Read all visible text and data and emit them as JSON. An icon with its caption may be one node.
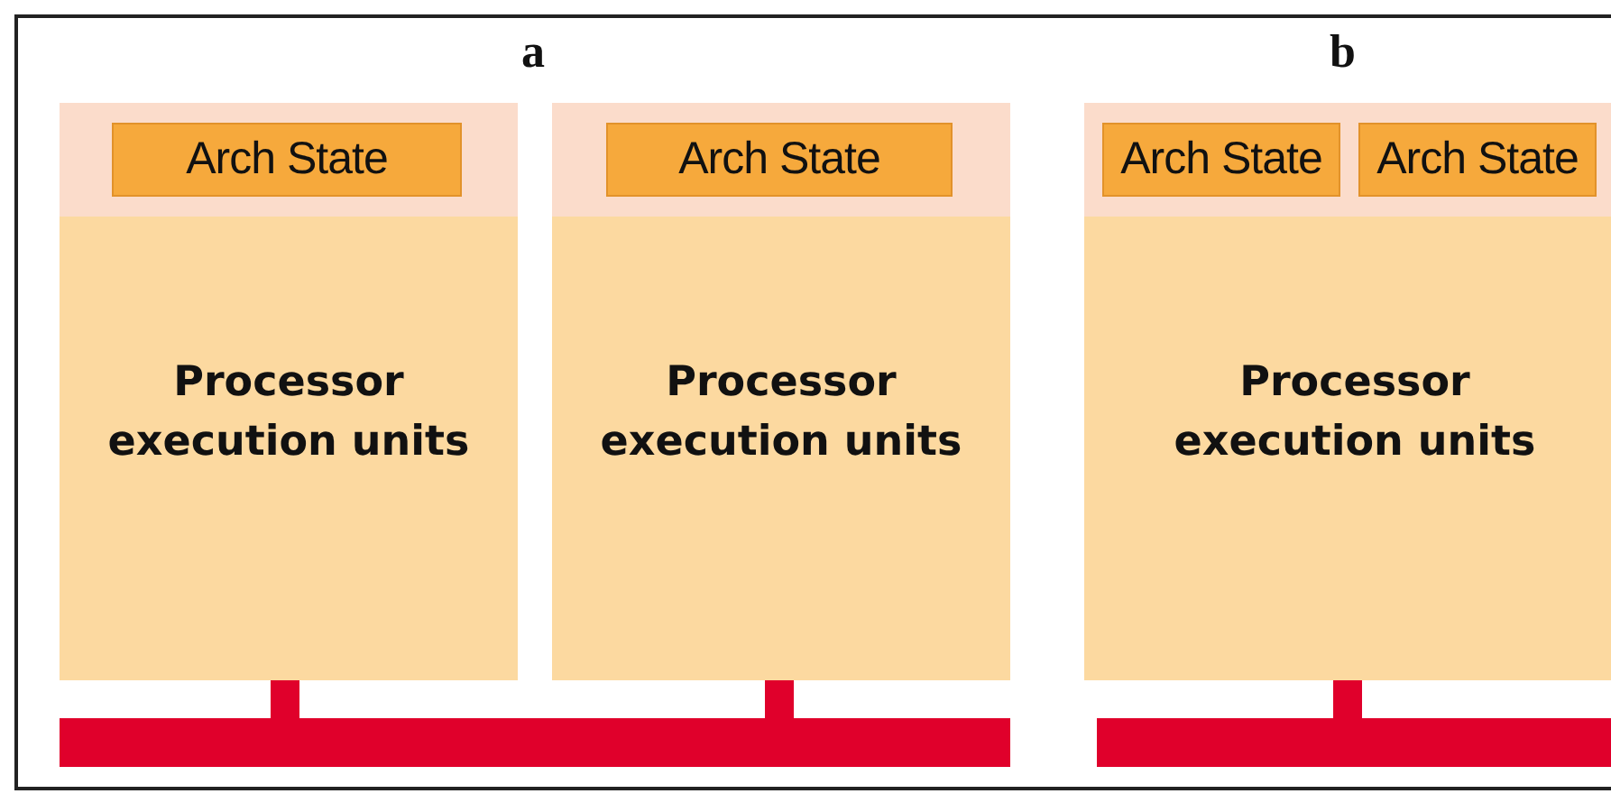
{
  "diagram": {
    "nodes": [
      {
        "text": [
          "Processor execution units"
        ]
      },
      {
        "text": [
          "Arch State"
        ],
        "in": 0
      },
      {
        "text": [
          "Processor execution units"
        ]
      },
      {
        "text": [
          "Arch State"
        ],
        "in": 2
      },
      {
        "text": [
          "Processor execution units"
        ]
      },
      {
        "text": [
          "Arch State"
        ],
        "in": 4
      },
      {
        "text": [
          "Arch State"
        ],
        "in": 4
      },
      {
        "text": [],
        "shape": "bar"
      },
      {
        "text": [],
        "shape": "bar"
      }
    ],
    "edges": [
      {
        "from": 0,
        "to": 7,
        "arrow": "none"
      },
      {
        "from": 2,
        "to": 7,
        "arrow": "none"
      },
      {
        "from": 4,
        "to": 8,
        "arrow": "none"
      }
    ],
    "labels": [
      "a",
      "b"
    ]
  }
}
